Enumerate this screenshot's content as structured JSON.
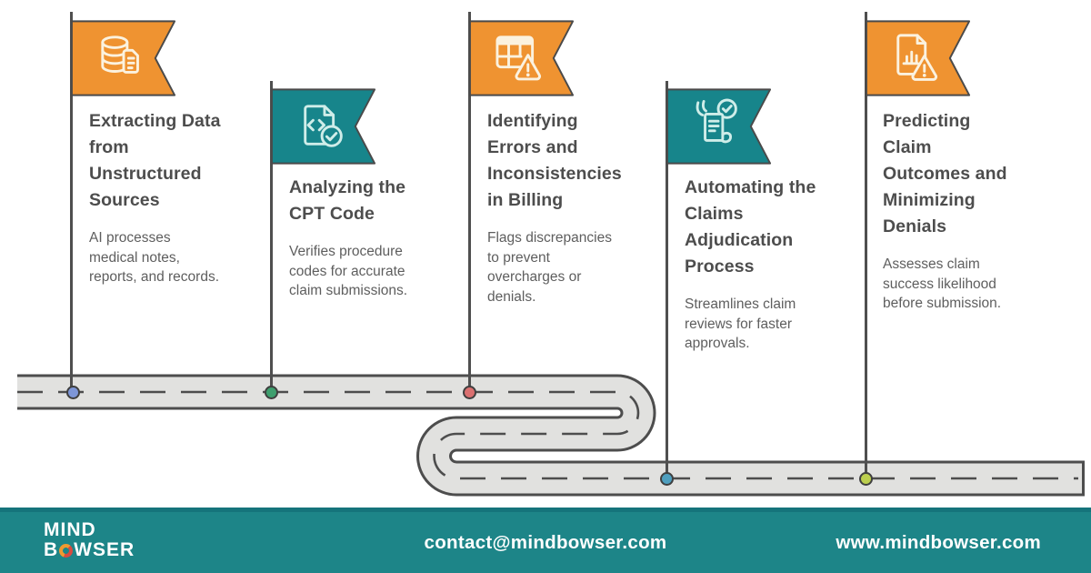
{
  "steps": [
    {
      "title": "Extracting Data\nfrom\nUnstructured\nSources",
      "body": "AI processes\nmedical notes,\nreports, and records.",
      "flag_color": "#EF9331",
      "icon": "database-document-icon",
      "dot_color": "#7D96D8"
    },
    {
      "title": "Analyzing the\nCPT Code",
      "body": "Verifies procedure\ncodes for accurate\nclaim submissions.",
      "flag_color": "#17858B",
      "icon": "code-document-check-icon",
      "dot_color": "#3E9F6E"
    },
    {
      "title": "Identifying\nErrors and\nInconsistencies\nin Billing",
      "body": "Flags discrepancies\nto prevent\novercharges or\ndenials.",
      "flag_color": "#EF9331",
      "icon": "billing-table-warning-icon",
      "dot_color": "#DB7070"
    },
    {
      "title": "Automating the\nClaims\nAdjudication\nProcess",
      "body": "Streamlines claim\nreviews for faster\napprovals.",
      "flag_color": "#17858B",
      "icon": "claims-hands-document-check-icon",
      "dot_color": "#4E9FBF"
    },
    {
      "title": "Predicting\nClaim\nOutcomes and\nMinimizing\nDenials",
      "body": "Assesses claim\nsuccess likelihood\nbefore submission.",
      "flag_color": "#EF9331",
      "icon": "prediction-chart-warning-icon",
      "dot_color": "#BCCF4E"
    }
  ],
  "road": {
    "surface_color": "#E1E1DF",
    "border_color": "#4D4D4D",
    "lane_marking": "dashed"
  },
  "footer": {
    "background_color": "#1D8588",
    "logo": {
      "line1": "MIND",
      "line2_pre": "B",
      "line2_post": "WSER"
    },
    "email": "contact@mindbowser.com",
    "website": "www.mindbowser.com"
  },
  "colors": {
    "orange": "#EF9331",
    "teal": "#17858B",
    "title_text": "#4D4D4D",
    "body_text": "#5E5E5E",
    "background": "#FFFFFF"
  }
}
